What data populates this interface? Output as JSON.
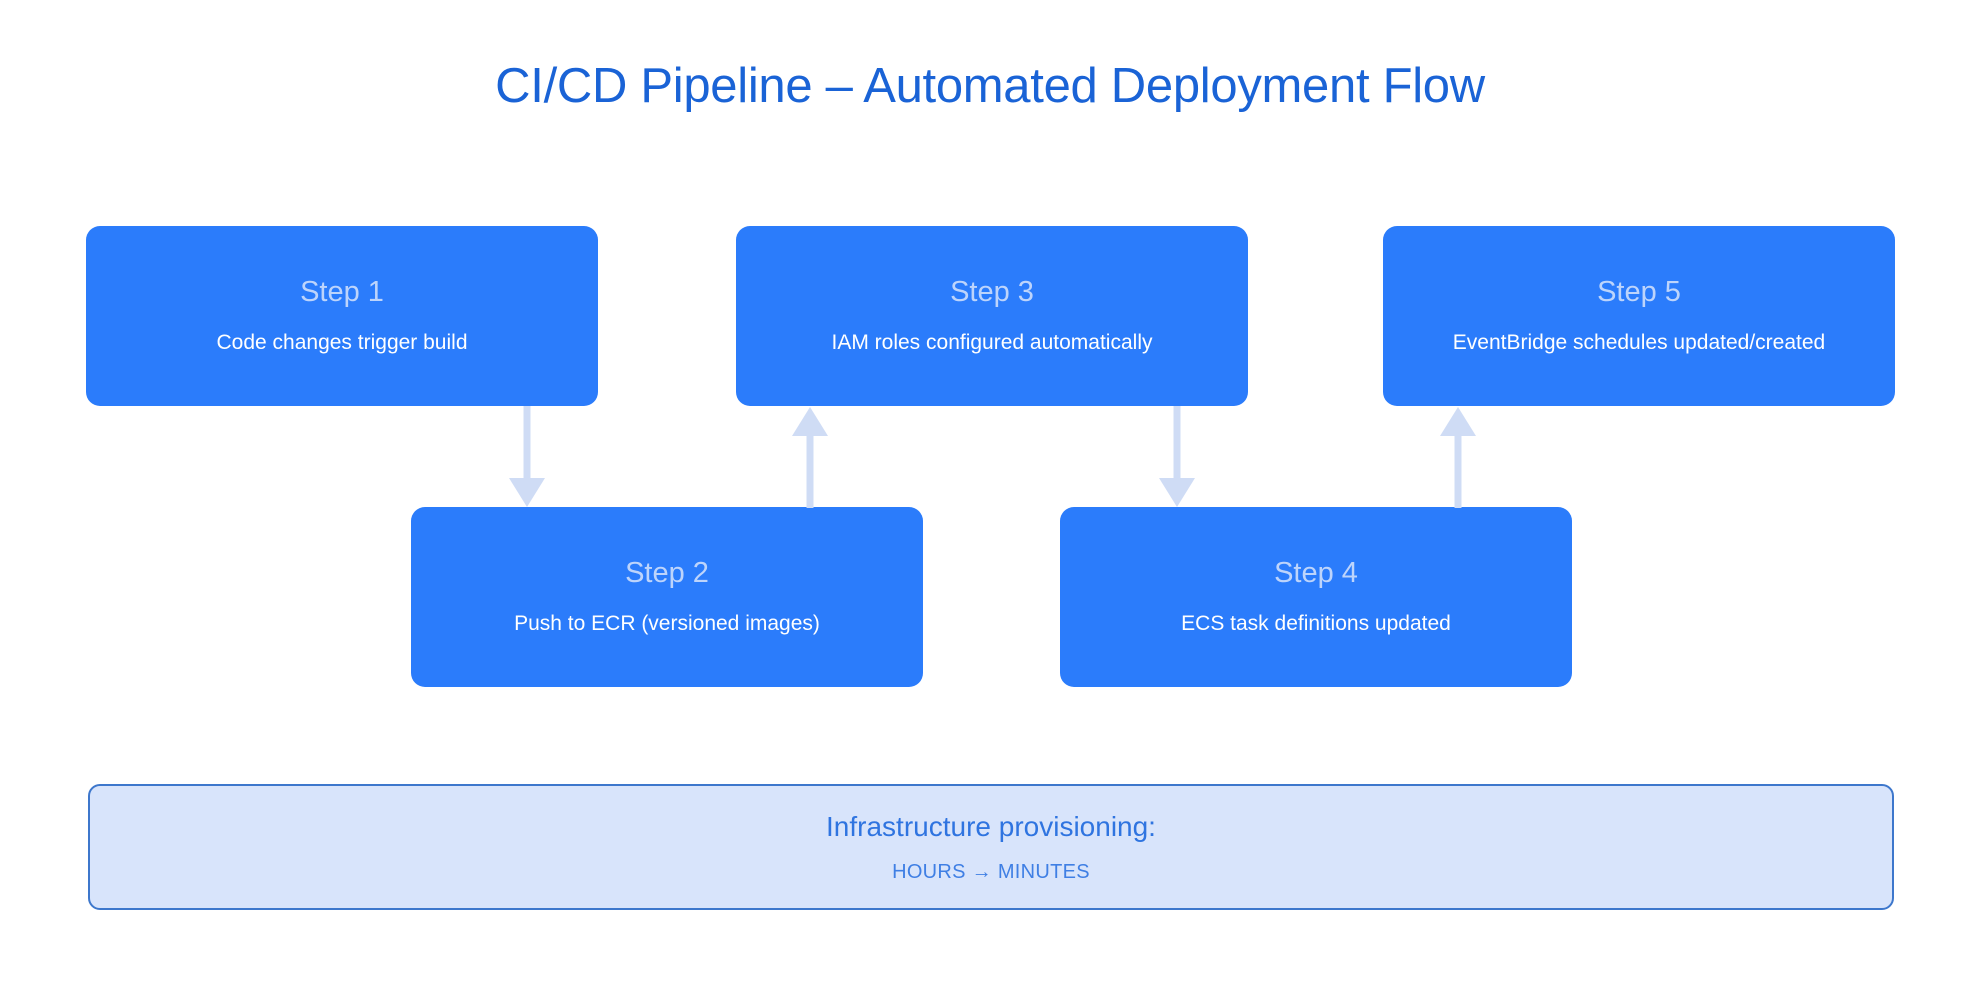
{
  "diagram": {
    "title": "CI/CD Pipeline – Automated Deployment Flow",
    "background_color": "#ffffff",
    "box_color": "#2b7cfb",
    "box_label_color": "#bdd4fb",
    "box_text_color": "#ffffff",
    "arrow_color": "#cfdcf5",
    "title_color": "#1a63d6",
    "steps": [
      {
        "id": "step-1",
        "label": "Step 1",
        "description": "Code changes trigger build",
        "row": "top",
        "column": 1
      },
      {
        "id": "step-2",
        "label": "Step 2",
        "description": "Push to ECR (versioned images)",
        "row": "bottom",
        "column": 1
      },
      {
        "id": "step-3",
        "label": "Step 3",
        "description": "IAM roles configured automatically",
        "row": "top",
        "column": 2
      },
      {
        "id": "step-4",
        "label": "Step 4",
        "description": "ECS task definitions updated",
        "row": "bottom",
        "column": 2
      },
      {
        "id": "step-5",
        "label": "Step 5",
        "description": "EventBridge schedules updated/created",
        "row": "top",
        "column": 3
      }
    ],
    "connectors": [
      {
        "id": "connector-1-to-2",
        "from": "step-1",
        "to": "step-2",
        "direction": "down"
      },
      {
        "id": "connector-2-to-3",
        "from": "step-2",
        "to": "step-3",
        "direction": "up"
      },
      {
        "id": "connector-3-to-4",
        "from": "step-3",
        "to": "step-4",
        "direction": "down"
      },
      {
        "id": "connector-4-to-5",
        "from": "step-4",
        "to": "step-5",
        "direction": "up"
      }
    ],
    "summary": {
      "title": "Infrastructure provisioning:",
      "value": "HOURS → MINUTES",
      "fill_color": "#d8e4fb",
      "border_color": "#3d77cc",
      "text_color": "#2f74e0"
    }
  }
}
